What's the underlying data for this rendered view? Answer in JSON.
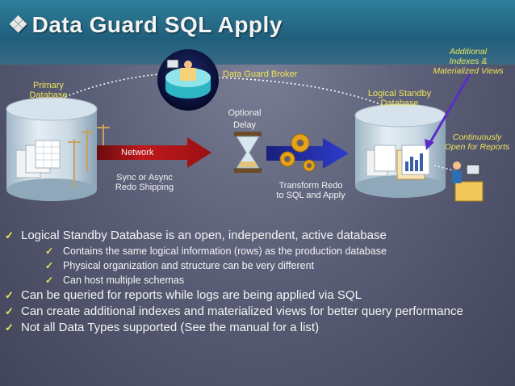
{
  "slide": {
    "title": "Data Guard SQL Apply",
    "title_bullet": "❖"
  },
  "diagram": {
    "broker_label": "Data Guard Broker",
    "primary_label_line1": "Primary",
    "primary_label_line2": "Database",
    "standby_label_line1": "Logical Standby",
    "standby_label_line2": "Database",
    "optional_delay_line1": "Optional",
    "optional_delay_line2": "Delay",
    "network_label": "Network",
    "sync_line1": "Sync or Async",
    "sync_line2": "Redo Shipping",
    "transform_line1": "Transform Redo",
    "transform_line2": "to SQL and Apply",
    "additional_line1": "Additional",
    "additional_line2": "Indexes &",
    "additional_line3": "Materialized Views",
    "continuously_line1": "Continuously",
    "continuously_line2": "Open for Reports"
  },
  "bullets": [
    {
      "text": "Logical Standby Database is an open, independent, active database",
      "sub": [
        "Contains the same logical information (rows) as the production database",
        "Physical organization and structure can be very different",
        "Can host multiple schemas"
      ]
    },
    {
      "text": "Can be queried for reports while logs are being applied via SQL",
      "sub": []
    },
    {
      "text": "Can create additional indexes and materialized views for better query performance",
      "sub": []
    },
    {
      "text": "Not all Data Types supported (See the manual for a list)",
      "sub": []
    }
  ],
  "check_glyph": "✓",
  "colors": {
    "accent_yellow": "#f0e45a",
    "network_arrow": "#c0181c",
    "apply_arrow": "#1f2aa8",
    "header": "#1f5f7c"
  }
}
